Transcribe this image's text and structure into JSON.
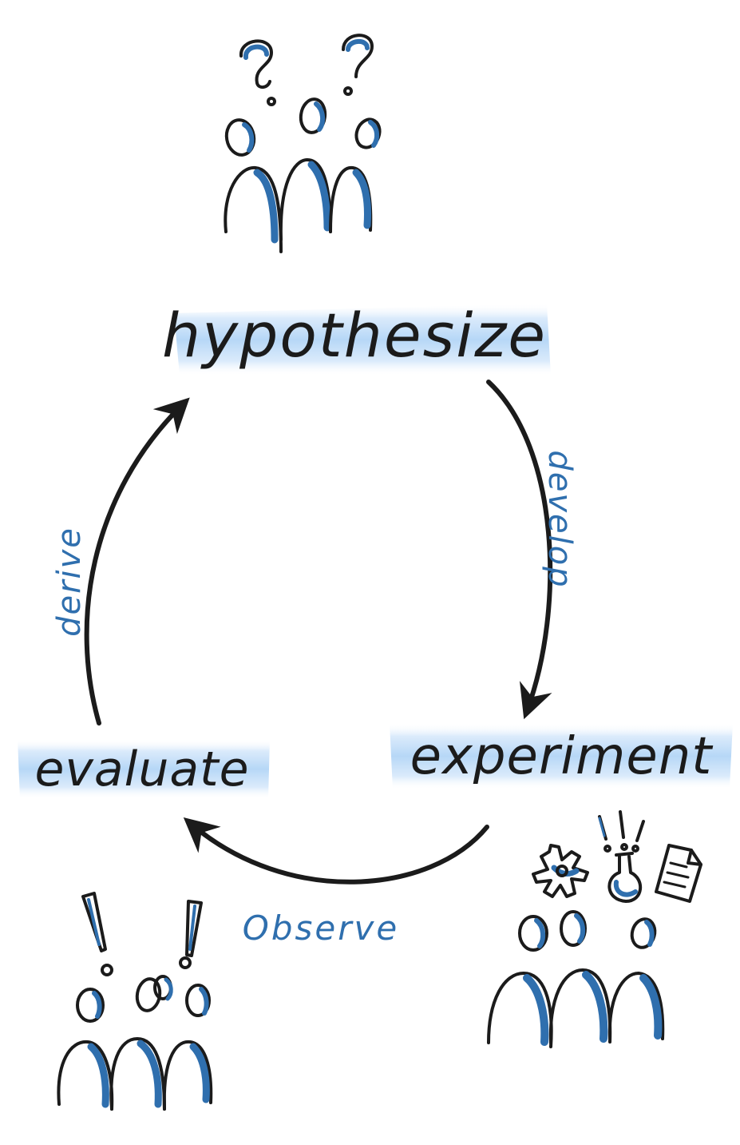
{
  "diagram": {
    "nodes": {
      "hypothesize": "hypothesize",
      "experiment": "experiment",
      "evaluate": "evaluate"
    },
    "edges": {
      "develop": "develop",
      "observe": "Observe",
      "derive": "derive"
    },
    "colors": {
      "ink": "#1b1b1b",
      "accent": "#2f6fae",
      "highlight": "#a9d0f5",
      "highlight_light": "#d9ebfb"
    },
    "icons": {
      "top_group": "thinking-people-icon",
      "bottom_left_group": "surprised-people-icon",
      "bottom_right_group": "experimenting-people-icon"
    }
  }
}
